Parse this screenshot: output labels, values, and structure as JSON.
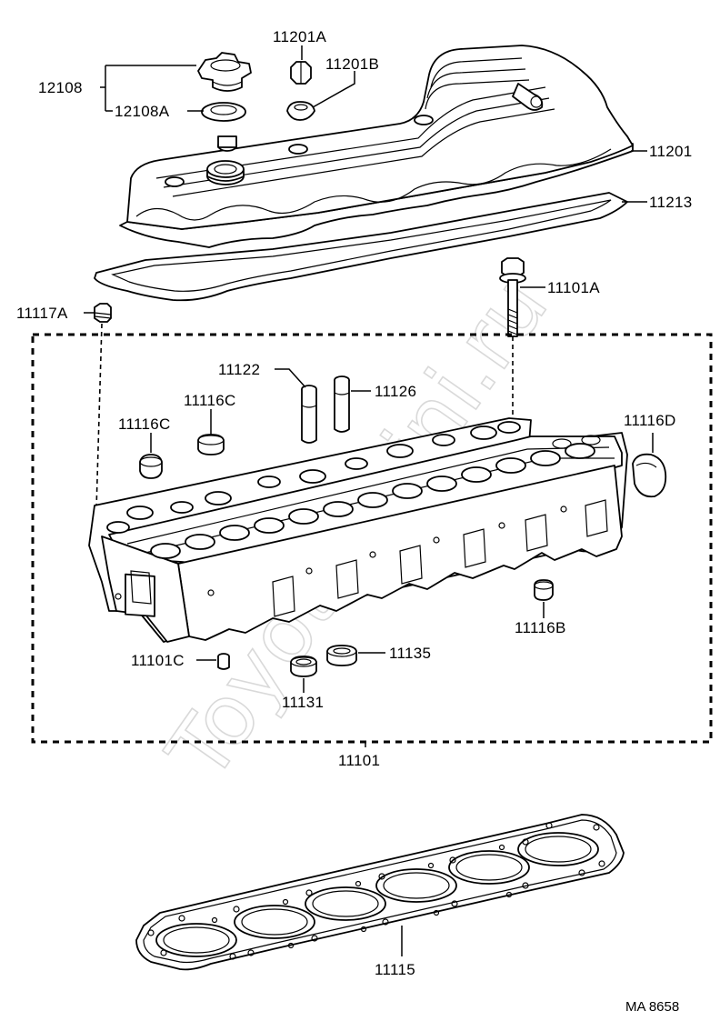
{
  "watermark": "Toyota-Mini.ru",
  "reference": "MA 8658",
  "labels": {
    "l12108": "12108",
    "l12108A": "12108A",
    "l11201A": "11201A",
    "l11201B": "11201B",
    "l11201": "11201",
    "l11213": "11213",
    "l11101A": "11101A",
    "l11117A": "11117A",
    "l11122": "11122",
    "l11126": "11126",
    "l11116C_a": "11116C",
    "l11116C_b": "11116C",
    "l11116D": "11116D",
    "l11116B": "11116B",
    "l11101C": "11101C",
    "l11135": "11135",
    "l11131": "11131",
    "l11101": "11101",
    "l11115": "11115"
  }
}
